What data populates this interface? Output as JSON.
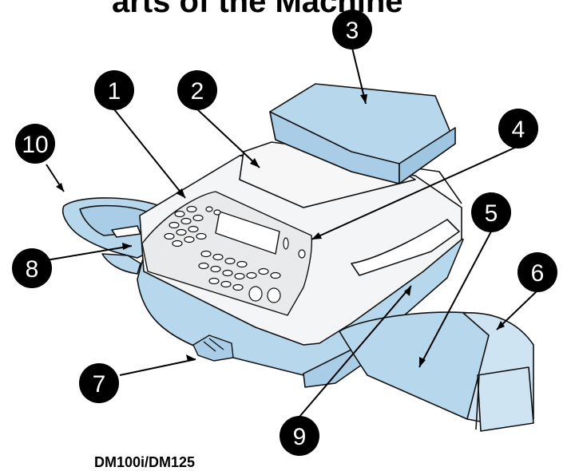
{
  "header_fragment": "arts of the Machine",
  "caption": "DM100i/DM125",
  "colors": {
    "part_fill": "#b7d7ec",
    "part_dark": "#8fbad8",
    "body_fill": "#f4f5f6",
    "outline": "#111111",
    "callout": "#000000",
    "callout_text": "#ffffff"
  },
  "callouts": [
    {
      "number": "1"
    },
    {
      "number": "2"
    },
    {
      "number": "3"
    },
    {
      "number": "4"
    },
    {
      "number": "5"
    },
    {
      "number": "6"
    },
    {
      "number": "7"
    },
    {
      "number": "8"
    },
    {
      "number": "9"
    },
    {
      "number": "10"
    }
  ]
}
